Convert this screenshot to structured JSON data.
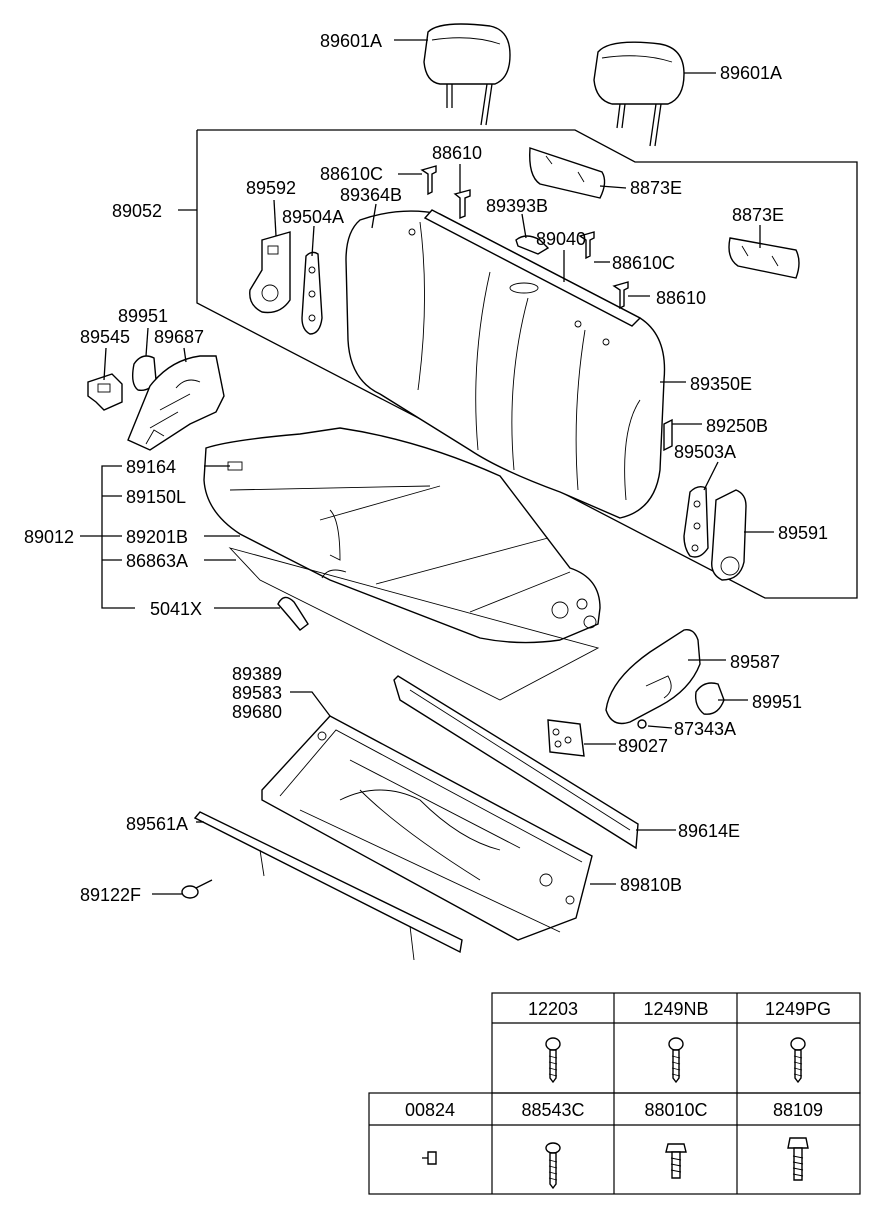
{
  "callouts": {
    "headrest_left": "89601A",
    "headrest_right": "89601A",
    "back_frame_group": "89052",
    "bolt_a": "88610C",
    "bolt_b": "88610",
    "cover_right_upper": "8873E",
    "cover_right_lower": "8873E",
    "hinge_cover_left": "89592",
    "pad": "89364B",
    "bracket_left": "89504A",
    "guide": "89393B",
    "back_frame": "89040",
    "bolt_c": "88610C",
    "bolt_d": "88610",
    "back_cover": "89350E",
    "back_pad": "89250B",
    "cap_left": "89951",
    "trim_small": "89545",
    "side_shield_left": "89687",
    "tag": "89164",
    "cushion_cover": "89150L",
    "cushion_group": "89012",
    "cushion_pad": "89201B",
    "heater": "86863A",
    "hook": "5041X",
    "bracket_right": "89503A",
    "hinge_cover_right": "89591",
    "side_shield_right": "89587",
    "cap_right": "89951",
    "clip": "87343A",
    "frame_a": "89389",
    "frame_b": "89583",
    "frame_c": "89680",
    "switch": "89027",
    "rail_right": "89614E",
    "rail_left": "89561A",
    "knob": "89122F",
    "track": "89810B"
  },
  "fastener_table": {
    "row1": [
      "12203",
      "1249NB",
      "1249PG"
    ],
    "row2": [
      "00824",
      "88543C",
      "88010C",
      "88109"
    ]
  }
}
